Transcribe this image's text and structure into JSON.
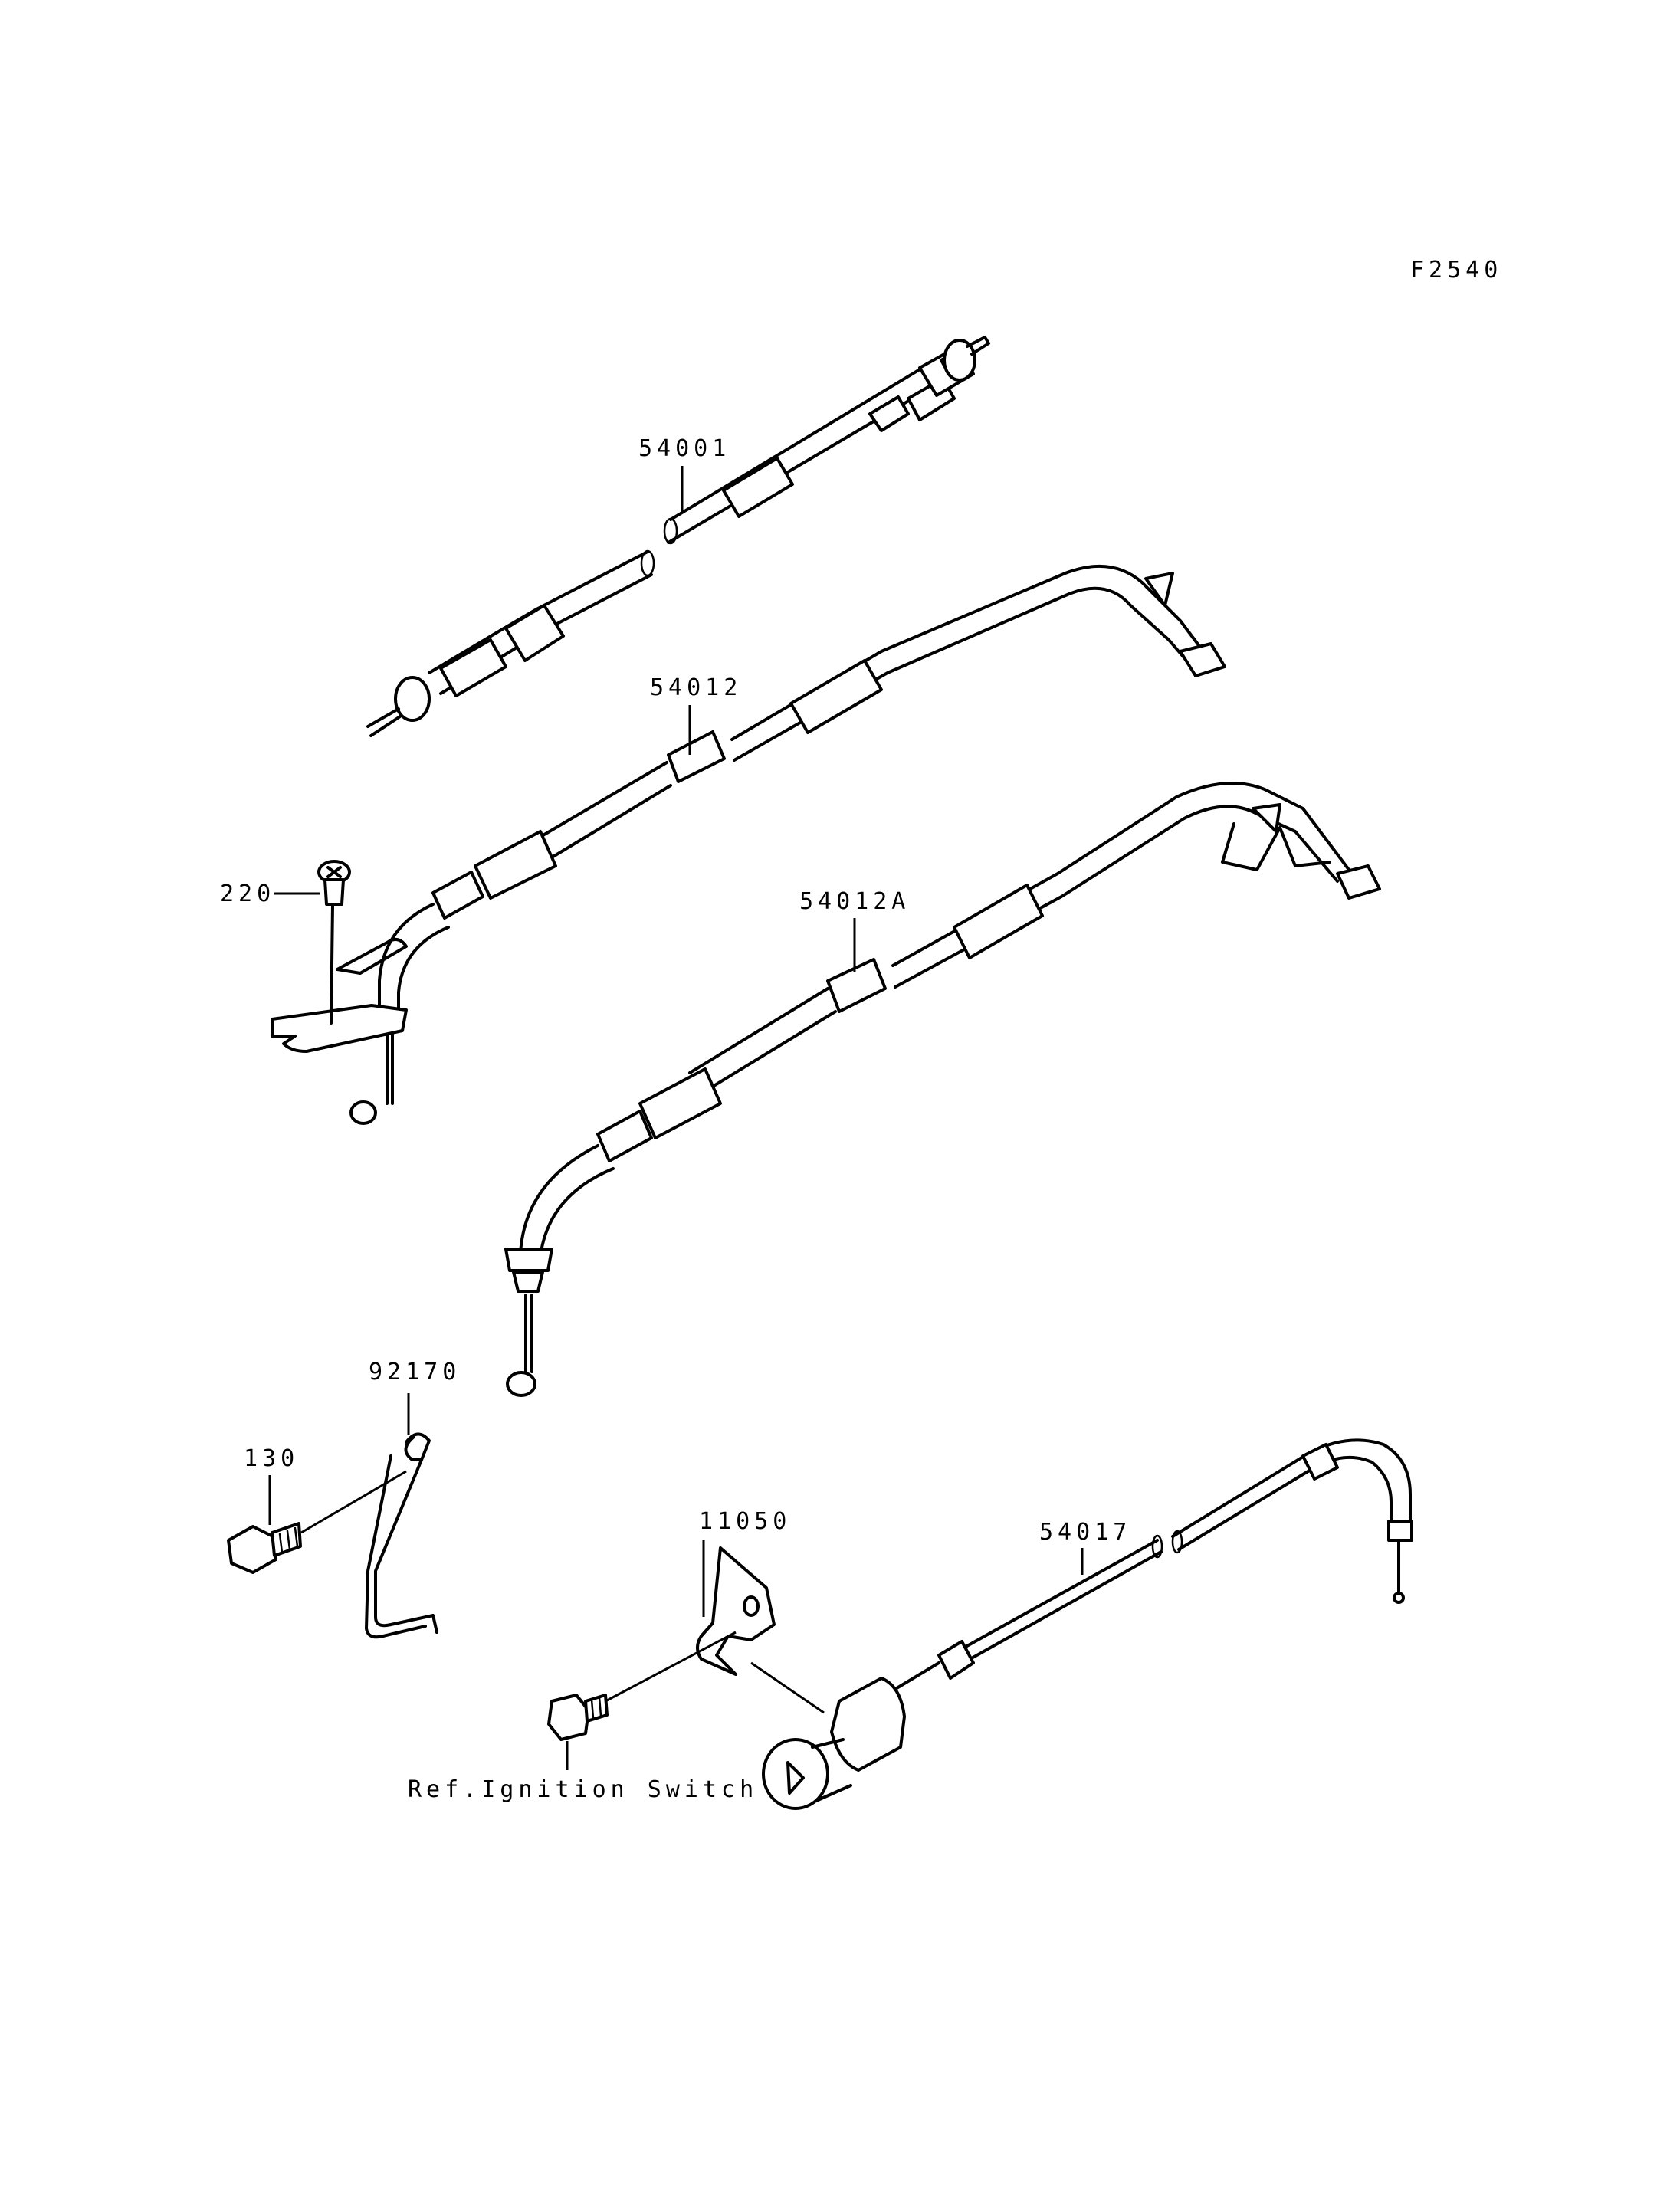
{
  "figure_code": "F2540",
  "callouts": [
    {
      "id": "c-54001",
      "label": "54001"
    },
    {
      "id": "c-54012",
      "label": "54012"
    },
    {
      "id": "c-220",
      "label": "220"
    },
    {
      "id": "c-54012a",
      "label": "54012A"
    },
    {
      "id": "c-92170",
      "label": "92170"
    },
    {
      "id": "c-130",
      "label": "130"
    },
    {
      "id": "c-11050",
      "label": "11050"
    },
    {
      "id": "c-54017",
      "label": "54017"
    }
  ],
  "reference_note": "Ref.Ignition Switch"
}
